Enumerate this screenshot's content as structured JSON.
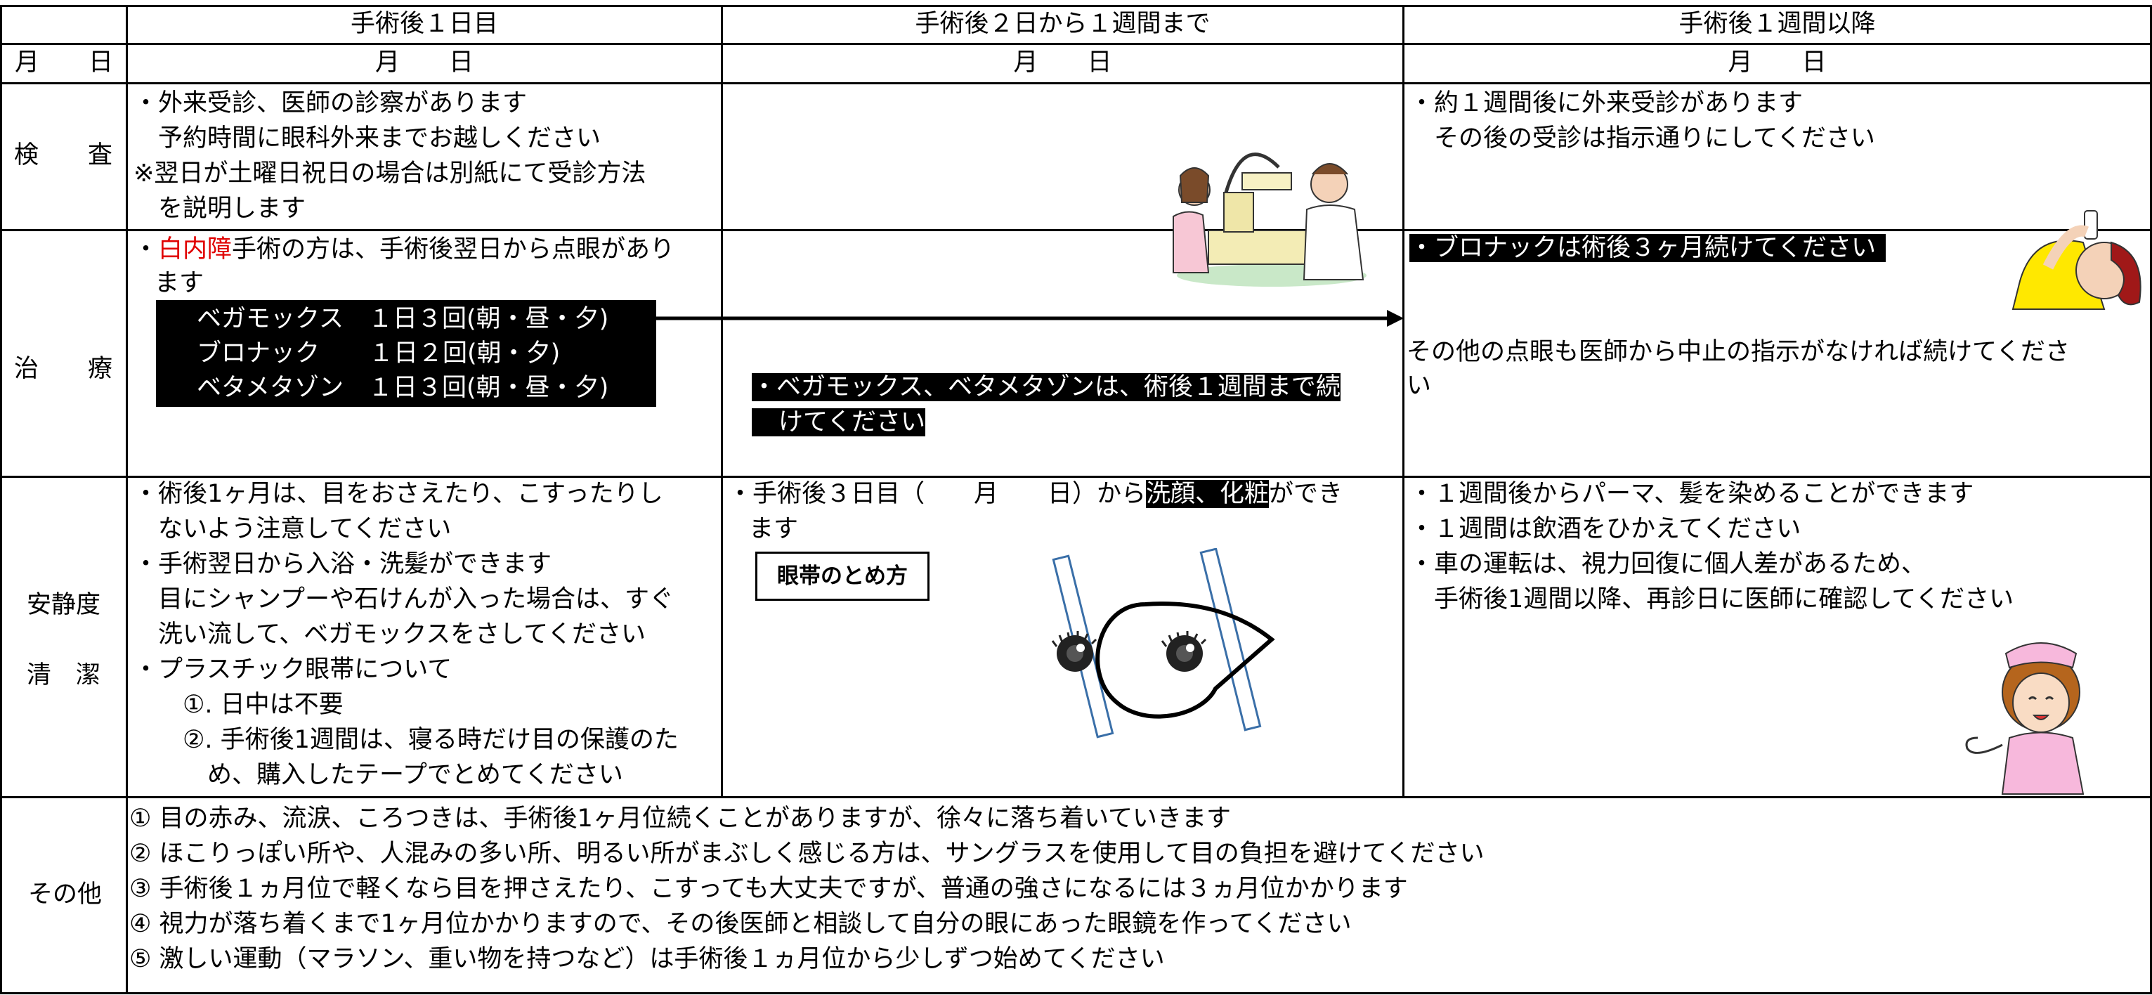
{
  "header": {
    "col_day1": "手術後１日目",
    "col_day2_week1": "手術後２日から１週間まで",
    "col_after_week1": "手術後１週間以降"
  },
  "date_row": {
    "label": "月　　日",
    "cell_day1": "月　　日",
    "cell_day2": "月　　日",
    "cell_after": "月　　日"
  },
  "rows": {
    "exam": {
      "label": "検　　査",
      "day1": [
        "・外来受診、医師の診察があります",
        "　予約時間に眼科外来までお越しください",
        "※翌日が土曜日祝日の場合は別紙にて受診方法",
        "　を説明します"
      ],
      "after": [
        "・約１週間後に外来受診があります",
        "　その後の受診は指示通りにしてください"
      ]
    },
    "treatment": {
      "label": "治　　療",
      "day1_prefix": "・",
      "day1_red": "白内障",
      "day1_rest": "手術の方は、手術後翌日から点眼があり",
      "day1_line2": "ます",
      "drugs": [
        "ベガモックス　１日３回(朝・昼・夕)",
        "ブロナック　　１日２回(朝・夕)",
        "ベタメタゾン　１日３回(朝・昼・夕)"
      ],
      "day2_line1": "・ベガモックス、ベタメタゾンは、術後１週間まで続",
      "day2_line2": "けてください",
      "after_highlight": "・ブロナックは術後３ヶ月続けてください",
      "after_line1": "その他の点眼も医師から中止の指示がなければ続けてくださ",
      "after_line2": "い"
    },
    "rest": {
      "label_1": "安静度",
      "label_2": "清　潔",
      "day1": [
        "・術後1ヶ月は、目をおさえたり、こすったりし",
        "　ないよう注意してください",
        "・手術翌日から入浴・洗髪ができます",
        "　目にシャンプーや石けんが入った場合は、すぐ",
        "　洗い流して、ベガモックスをさしてください",
        "・プラスチック眼帯について",
        "　　①. 日中は不要",
        "　　②. 手術後1週間は、寝る時だけ目の保護のた",
        "　　　め、購入したテープでとめてください"
      ],
      "day2_prefix": "・手術後３日目（　　月　　日）から",
      "day2_highlight": "洗顔、化粧",
      "day2_suffix": "ができ",
      "day2_line2": "ます",
      "eyepatch_button": "眼帯のとめ方",
      "after": [
        "・１週間後からパーマ、髪を染めることができます",
        "・１週間は飲酒をひかえてください",
        "・車の運転は、視力回復に個人差があるため、",
        "　手術後1週間以降、再診日に医師に確認してください"
      ]
    },
    "other": {
      "label": "その他",
      "items": [
        "① 目の赤み、流涙、ころつきは、手術後1ヶ月位続くことがありますが、徐々に落ち着いていきます",
        "② ほこりっぽい所や、人混みの多い所、明るい所がまぶしく感じる方は、サングラスを使用して目の負担を避けてください",
        "③ 手術後１ヵ月位で軽くなら目を押さえたり、こすっても大丈夫ですが、普通の強さになるには３ヵ月位かかります",
        "④ 視力が落ち着くまで1ヶ月位かかりますので、その後医師と相談して自分の眼にあった眼鏡を作ってください",
        "⑤ 激しい運動（マラソン、重い物を持つなど）は手術後１ヵ月位から少しずつ始めてください"
      ]
    }
  },
  "colors": {
    "red_text": "#e00000",
    "highlight_bg": "#000000",
    "highlight_text": "#ffffff"
  },
  "icons": [
    "eye-exam-illustration-icon",
    "eyedrop-illustration-icon",
    "eyepatch-diagram-icon",
    "nurse-illustration-icon",
    "arrow-right-icon"
  ]
}
